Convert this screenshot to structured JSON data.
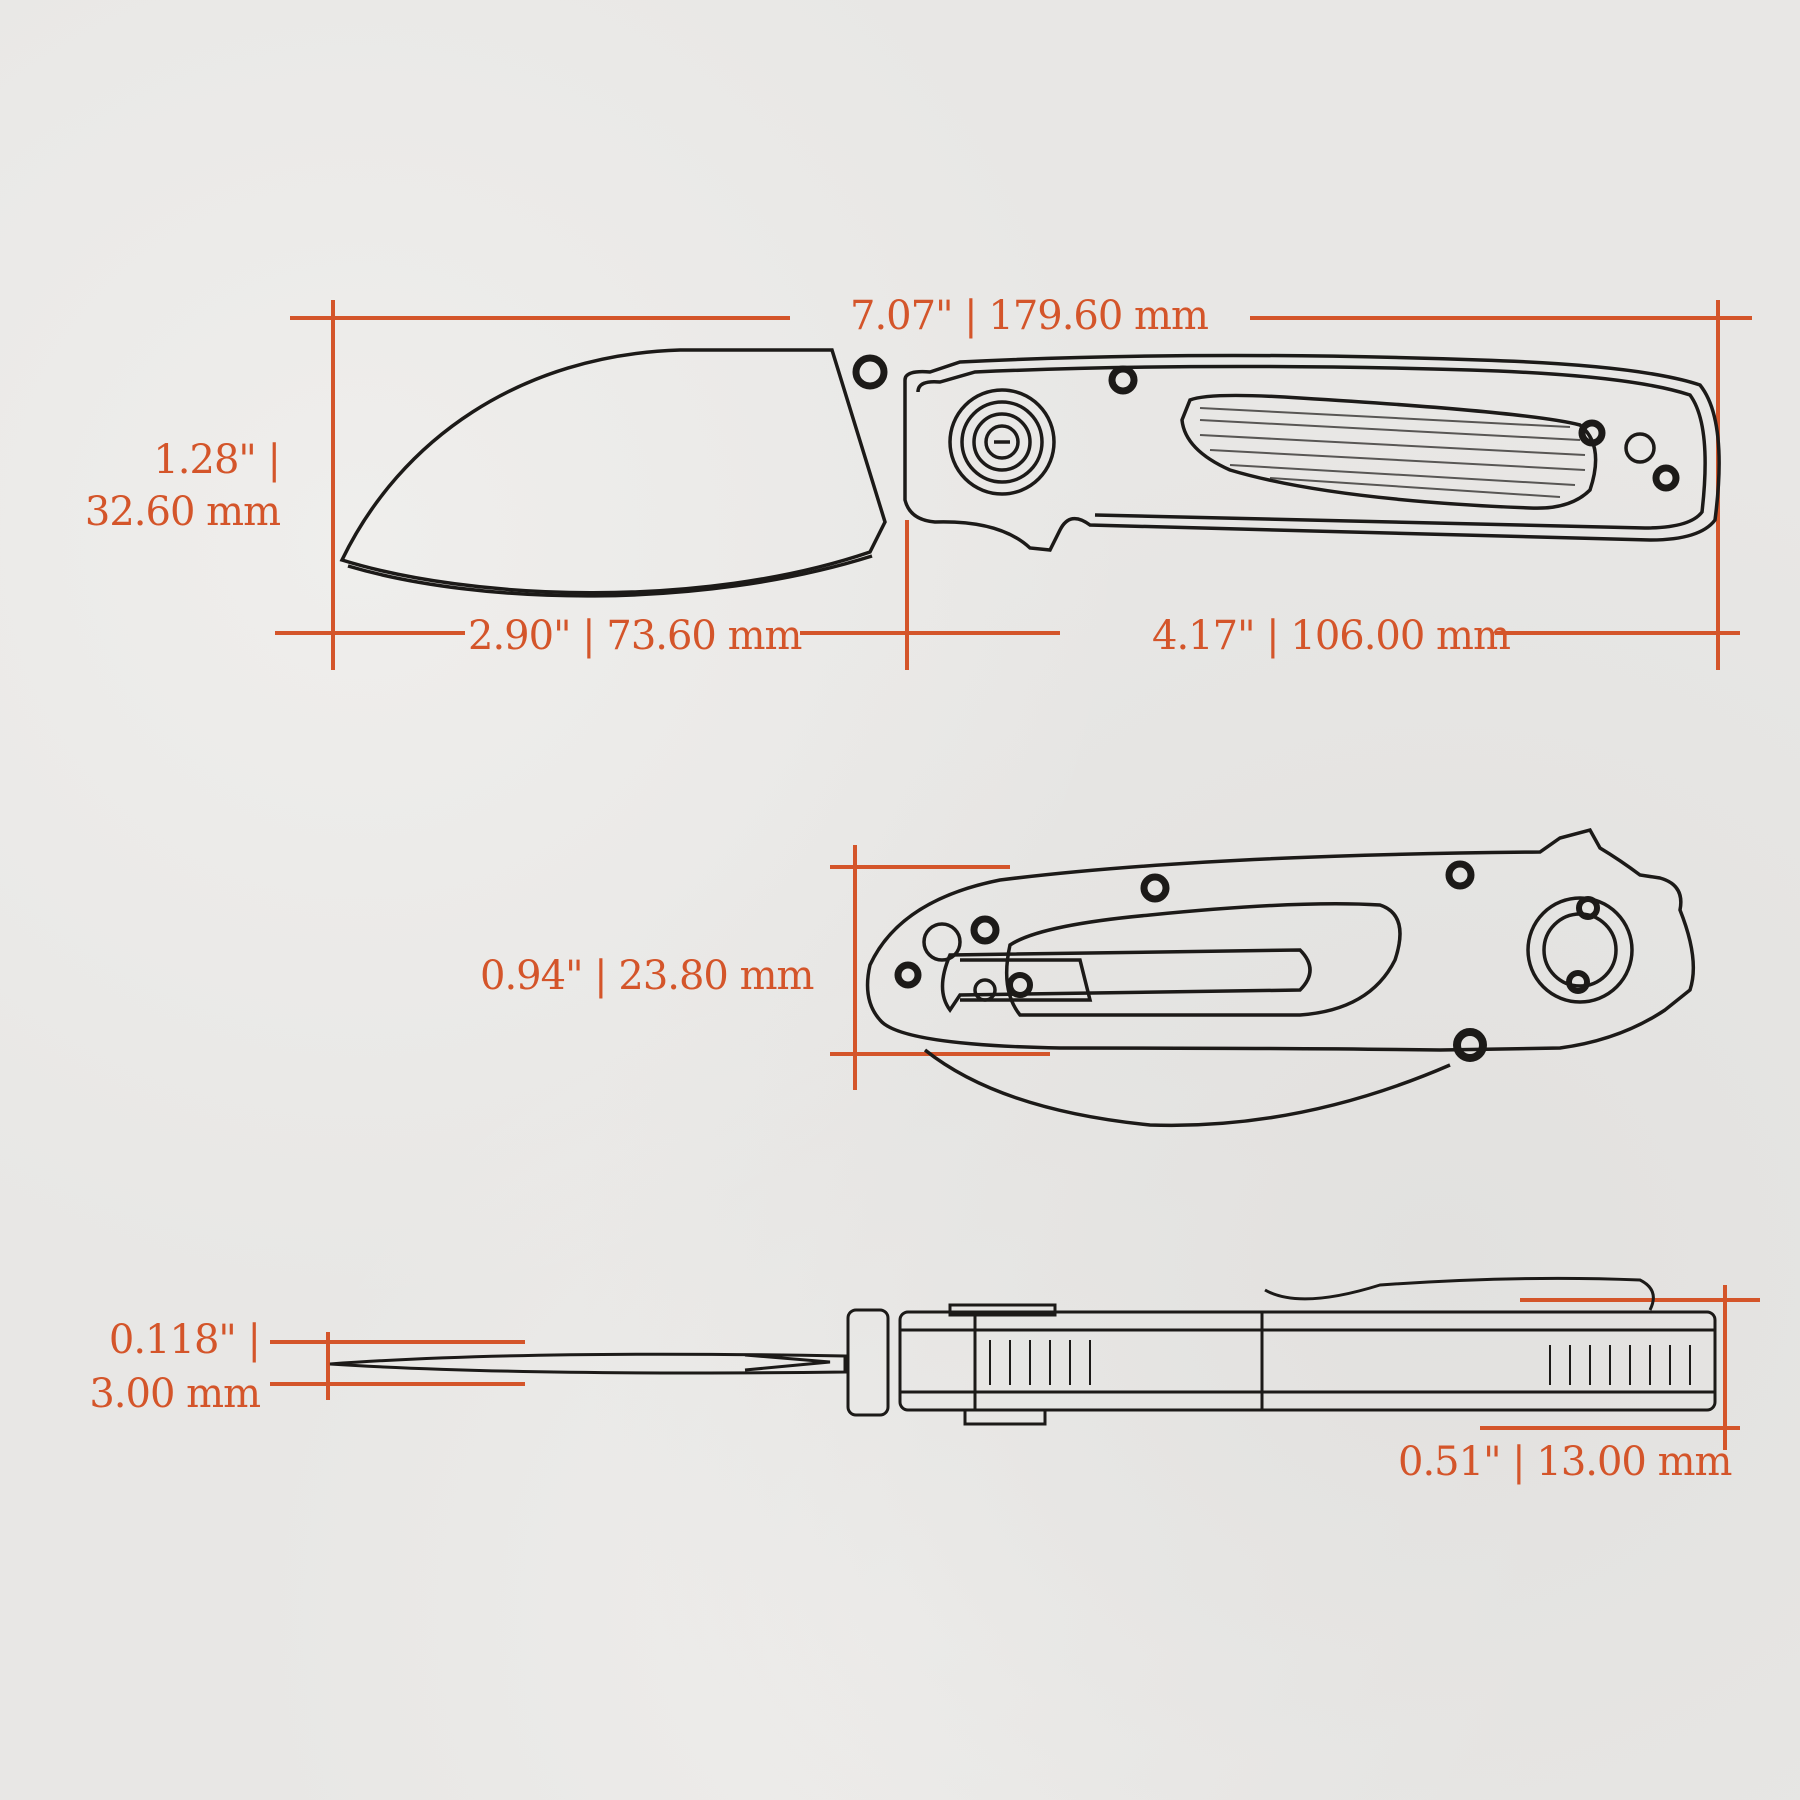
{
  "diagram": {
    "subject": "Folding knife dimensions",
    "accent_color": "#d4552a",
    "line_color": "#1c1a18",
    "background_color": "#e8e7e5",
    "views": {
      "side_open": {
        "overall_length": "7.07\" | 179.60 mm",
        "blade_height_line1": "1.28\" |",
        "blade_height_line2": "32.60 mm",
        "blade_length": "2.90\" | 73.60 mm",
        "handle_length": "4.17\" | 106.00 mm"
      },
      "side_closed": {
        "handle_width": "0.94\" | 23.80 mm"
      },
      "top": {
        "blade_thickness_line1": "0.118\" |",
        "blade_thickness_line2": "3.00 mm",
        "handle_thickness": "0.51\" | 13.00 mm"
      }
    }
  }
}
